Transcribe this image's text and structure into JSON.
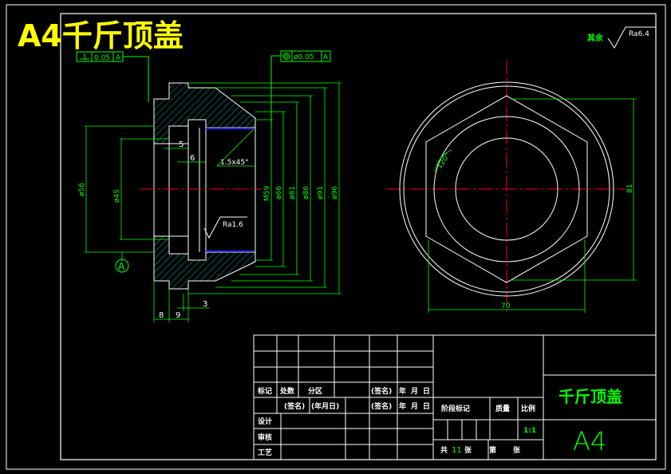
{
  "header": {
    "title": "A4千斤顶盖"
  },
  "roughness_note": {
    "label": "其余",
    "value": "Ra6.4"
  },
  "tolerances": {
    "perpendicularity": {
      "value": "0.05",
      "datum": "A"
    },
    "concentricity": {
      "value": "ø0.05",
      "datum": "A"
    }
  },
  "datum": {
    "label": "A"
  },
  "section_view": {
    "dims_left": [
      "ø56",
      "ø45"
    ],
    "dims_right": [
      "M59",
      "ø66",
      "ø81",
      "ø86",
      "ø91",
      "ø96"
    ],
    "dims_inner": [
      "5",
      "6"
    ],
    "chamfer": "1.5x45°",
    "inner_roughness": "Ra1.6",
    "dims_bottom": [
      "8",
      "9",
      "3"
    ]
  },
  "top_view": {
    "angle": "120°",
    "height_dim": "81",
    "width_dim": "70"
  },
  "title_block": {
    "row_labels": [
      "标记",
      "处数",
      "分区"
    ],
    "sign_date": [
      "(签名)",
      "年",
      "月",
      "日"
    ],
    "sign_date2": [
      "(签名)",
      "(年月日)",
      "(签名)",
      "年",
      "月",
      "日"
    ],
    "roles": [
      "设计",
      "审核",
      "工艺"
    ],
    "stage_label": "阶段标记",
    "mass_label": "质量",
    "scale_label": "比例",
    "scale_value": "1:1",
    "sheet_total_prefix": "共",
    "sheet_total": "11",
    "sheet_unit": "张",
    "sheet_of": "第",
    "sheet_unit2": "张",
    "part_name": "千斤顶盖",
    "size": "A4"
  },
  "colors": {
    "frame": "#ffffff",
    "dimension": "#00ff00",
    "centerline": "#ff0000",
    "hatch": "#00ffff",
    "thread": "#3333ff",
    "title": "#ffff00"
  }
}
